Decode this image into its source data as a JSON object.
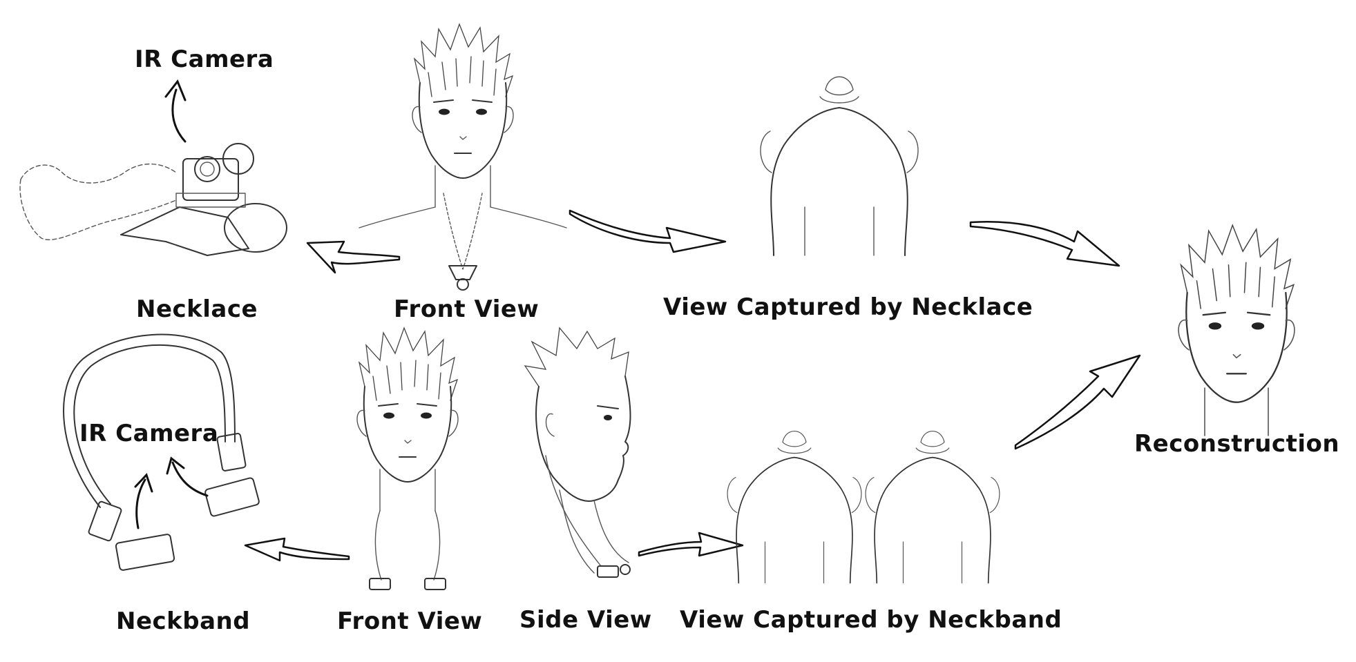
{
  "labels": {
    "ir_camera_top": "IR Camera",
    "necklace": "Necklace",
    "front_view_top": "Front View",
    "view_captured_necklace": "View Captured by Necklace",
    "reconstruction": "Reconstruction",
    "ir_camera_bottom": "IR Camera",
    "neckband": "Neckband",
    "front_view_bottom": "Front View",
    "side_view": "Side View",
    "view_captured_neckband": "View Captured by Neckband"
  }
}
